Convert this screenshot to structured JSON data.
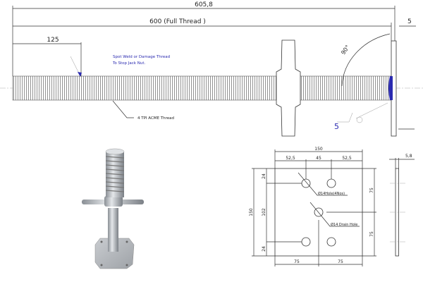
{
  "rod_view": {
    "overall_length": "605,8",
    "thread_length": "600 (Full Thread )",
    "plate_thickness": "5",
    "stop_distance": "125",
    "note_spot_weld_line1": "Spot Weld or Damage Thread",
    "note_spot_weld_line2": "To Stop Jack Nut.",
    "thread_note": "4 TPI  ACME Thread",
    "angle": "90°",
    "weld_size": "5"
  },
  "plate_view": {
    "width": "150",
    "edge_offset_left": "52,5",
    "hole_spacing": "45",
    "edge_offset_right": "52,5",
    "height": "150",
    "edge_top": "24",
    "hole_vertical_spacing": "102",
    "edge_bottom": "24",
    "half_right_top": "75",
    "half_right_bottom": "75",
    "half_bottom_left": "75",
    "half_bottom_right": "75",
    "hole_note": "Ø14Hole(4Nos)",
    "drain_note": "Ø14 Drain Hole",
    "thickness": "5,8"
  },
  "colors": {
    "annotation_blue": "#2a2ab0",
    "line": "#333333"
  }
}
